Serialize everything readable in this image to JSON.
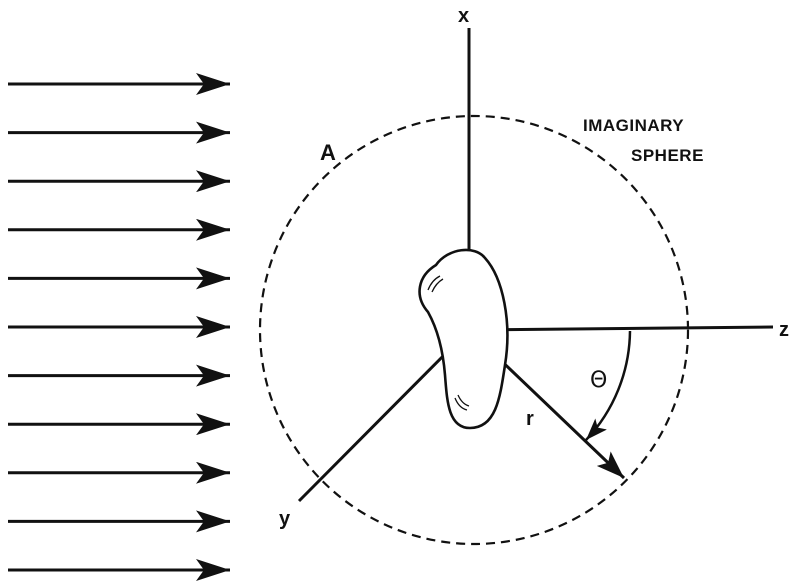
{
  "labels": {
    "axis_x": "x",
    "axis_y": "y",
    "axis_z": "z",
    "radius": "r",
    "angle": "Θ",
    "point_a": "A",
    "sphere_line1": "IMAGINARY",
    "sphere_line2": "SPHERE"
  },
  "incident_wave": {
    "arrow_count": 11
  },
  "colors": {
    "ink": "#111111",
    "background": "#ffffff"
  }
}
